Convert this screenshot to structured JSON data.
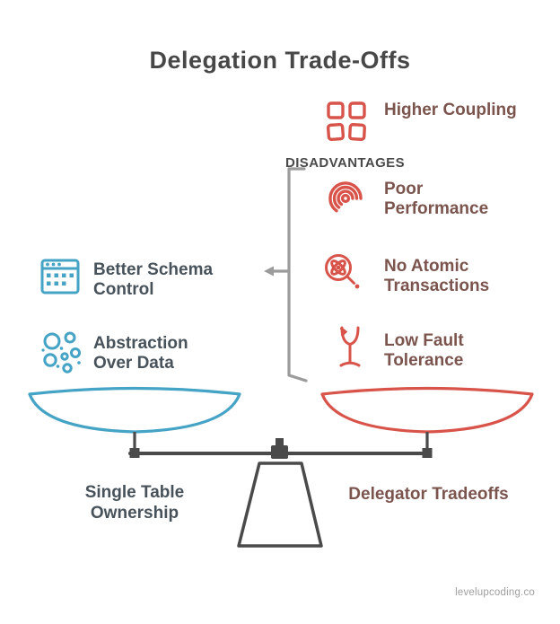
{
  "title": "Delegation Trade-Offs",
  "right_group": {
    "header": "DISADVANTAGES",
    "text_color": "#7b544e",
    "icon_color": "#d8544a",
    "items": [
      {
        "label": "Higher Coupling",
        "icon": "coupling-squares-icon"
      },
      {
        "label": "Poor Performance",
        "icon": "performance-spiral-icon"
      },
      {
        "label": "No Atomic Transactions",
        "icon": "atom-magnifier-icon"
      },
      {
        "label": "Low Fault Tolerance",
        "icon": "broken-glass-icon"
      }
    ]
  },
  "left_group": {
    "text_color": "#47525a",
    "icon_color": "#45a3c5",
    "items": [
      {
        "label": "Better Schema Control",
        "icon": "schema-table-icon"
      },
      {
        "label": "Abstraction Over Data",
        "icon": "data-nodes-icon"
      }
    ]
  },
  "scale": {
    "left_pan_label": "Single Table Ownership",
    "right_pan_label": "Delegator Tradeoffs",
    "left_pan_color": "#45a3c5",
    "right_pan_color": "#d8544a",
    "frame_color": "#4a4a4a",
    "bracket_color": "#9b9b9b"
  },
  "watermark": "levelupcoding.co"
}
